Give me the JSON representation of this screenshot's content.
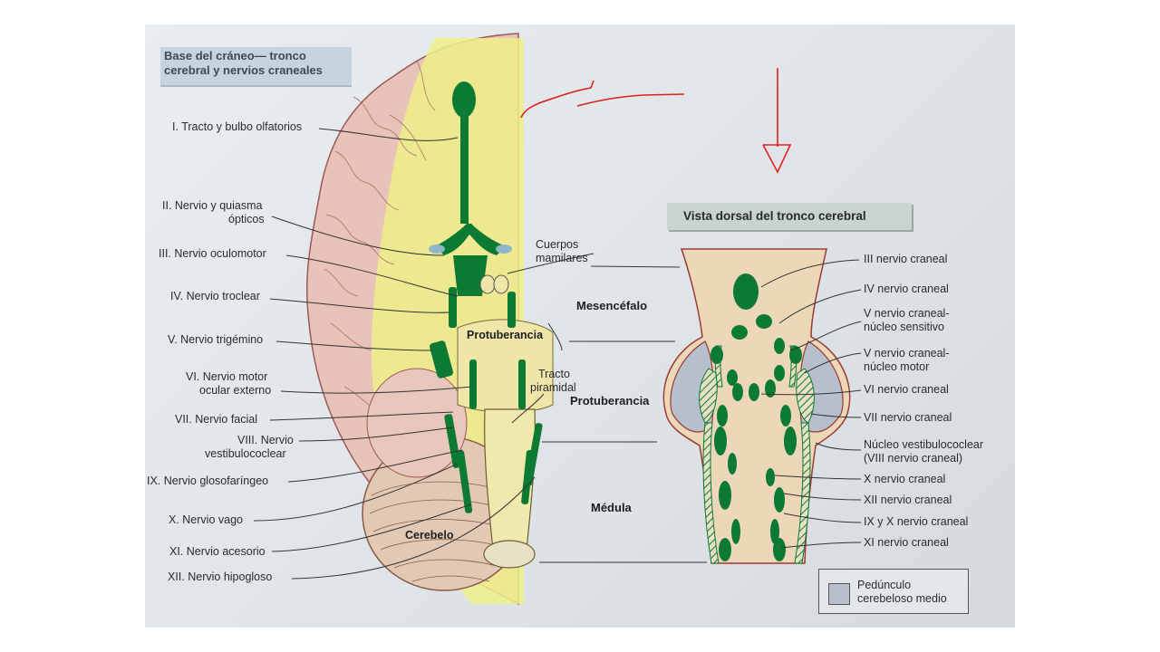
{
  "left_panel": {
    "title_line1": "Base del cráneo— tronco",
    "title_line2": "cerebral y nervios craneales",
    "labels": [
      "I. Tracto y bulbo olfatorios",
      "II. Nervio y quiasma",
      "ópticos",
      "III. Nervio oculomotor",
      "IV. Nervio troclear",
      "V. Nervio trigémino",
      "VI. Nervio motor",
      "ocular externo",
      "VII. Nervio facial",
      "VIII. Nervio",
      "vestibulococlear",
      "IX. Nervio glosofaríngeo",
      "X. Nervio vago",
      "XI. Nervio acesorio",
      "XII. Nervio hipogloso"
    ],
    "inner_labels": {
      "cuerpos_1": "Cuerpos",
      "cuerpos_2": "mamilares",
      "protuberancia": "Protuberancia",
      "tracto_1": "Tracto",
      "tracto_2": "piramidal",
      "cerebelo": "Cerebelo"
    }
  },
  "regions": {
    "mesencefalo": "Mesencéfalo",
    "protuberancia": "Protuberancia",
    "medula": "Médula"
  },
  "right_panel": {
    "title": "Vista dorsal del tronco cerebral",
    "labels": [
      "III nervio craneal",
      "IV nervio craneal",
      "V nervio craneal-",
      "núcleo sensitivo",
      "V nervio craneal-",
      "núcleo motor",
      "VI nervio craneal",
      "VII nervio craneal",
      "Núcleo vestibulococlear",
      "(VIII nervio craneal)",
      "X nervio craneal",
      "XII nervio craneal",
      "IX y X nervio craneal",
      "XI nervio craneal"
    ],
    "legend_line1": "Pedúnculo",
    "legend_line2": "cerebeloso medio"
  },
  "colors": {
    "nerve_green": "#0d7a34",
    "brain_pink": "#e8c3b9",
    "highlight_yellow": "#eef08a",
    "stem_beige": "#ecd8b8",
    "peduncle_blue": "#b7bfcc",
    "annotation_red": "#e0201c"
  }
}
